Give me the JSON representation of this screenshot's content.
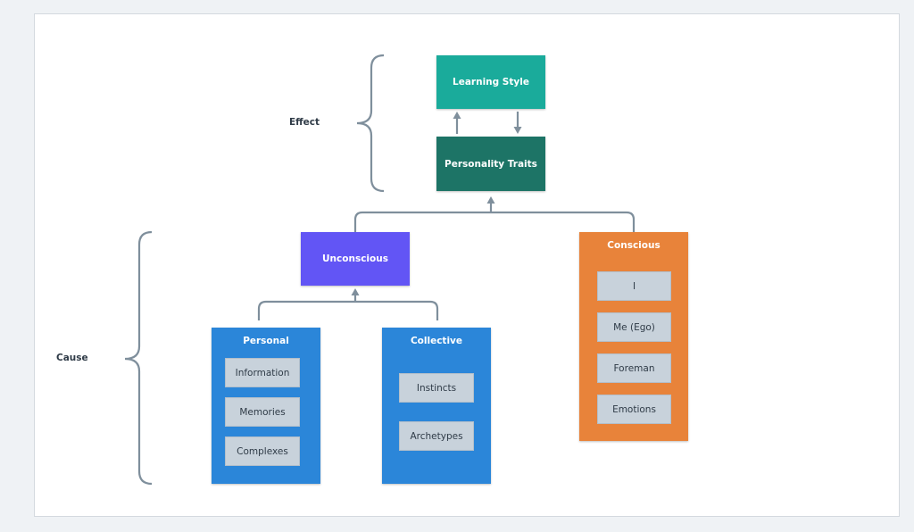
{
  "labels": {
    "effect": "Effect",
    "cause": "Cause"
  },
  "nodes": {
    "learning_style": "Learning Style",
    "personality_traits": "Personality Traits",
    "unconscious": "Unconscious"
  },
  "groups": {
    "conscious": {
      "title": "Conscious",
      "items": [
        "I",
        "Me (Ego)",
        "Foreman",
        "Emotions"
      ]
    },
    "personal": {
      "title": "Personal",
      "items": [
        "Information",
        "Memories",
        "Complexes"
      ]
    },
    "collective": {
      "title": "Collective",
      "items": [
        "Instincts",
        "Archetypes"
      ]
    }
  },
  "colors": {
    "learning_style": "#1aab9b",
    "personality_traits": "#1d7466",
    "unconscious": "#6255f5",
    "conscious": "#e8833a",
    "personal": "#2b86d9",
    "collective": "#2b86d9",
    "connector": "#7f8f9c"
  }
}
